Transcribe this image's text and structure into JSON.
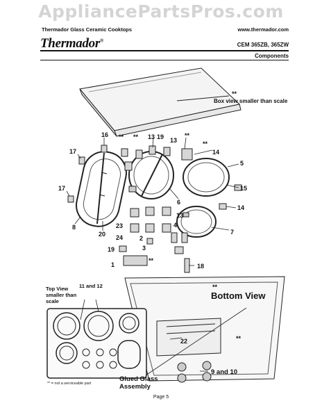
{
  "watermark": "AppliancePartsPros.com",
  "header": {
    "left": "Thermador Glass Ceramic Cooktops",
    "right": "www.thermador.com",
    "logo": "Thermador",
    "logo_mark": "®",
    "model": "CEM 365ZB, 365ZW",
    "section": "Components"
  },
  "diagram": {
    "box_note_stars": "**",
    "box_note": "Box view smaller than scale",
    "bottom_view": "Bottom View",
    "top_view_line1": "Top View",
    "top_view_line2": "smaller than",
    "top_view_line3": "scale",
    "glued_glass_1": "Glued Glass",
    "glued_glass_2": "Assembly",
    "not_serviceable": "** = not a serviceable part",
    "parts": {
      "p1": "1",
      "p2": "2",
      "p3": "3",
      "p4": "4",
      "p5": "5",
      "p6": "6",
      "p7": "7",
      "p8": "8",
      "p11_12": "11 and 12",
      "p9_10": "9 and 10",
      "p13a": "13",
      "p13b": "19",
      "p13c": "13",
      "p13d": "13",
      "p14a": "14",
      "p14b": "14",
      "p15": "15",
      "p16": "16",
      "p17a": "17",
      "p17b": "17",
      "p18": "18",
      "p19": "19",
      "p20": "20",
      "p22": "22",
      "p23": "23",
      "p24": "24",
      "star1": "**",
      "star2": "**",
      "star3": "**",
      "star4": "**",
      "star5": "**",
      "star6": "**"
    }
  },
  "footer": {
    "page": "Page 5"
  }
}
